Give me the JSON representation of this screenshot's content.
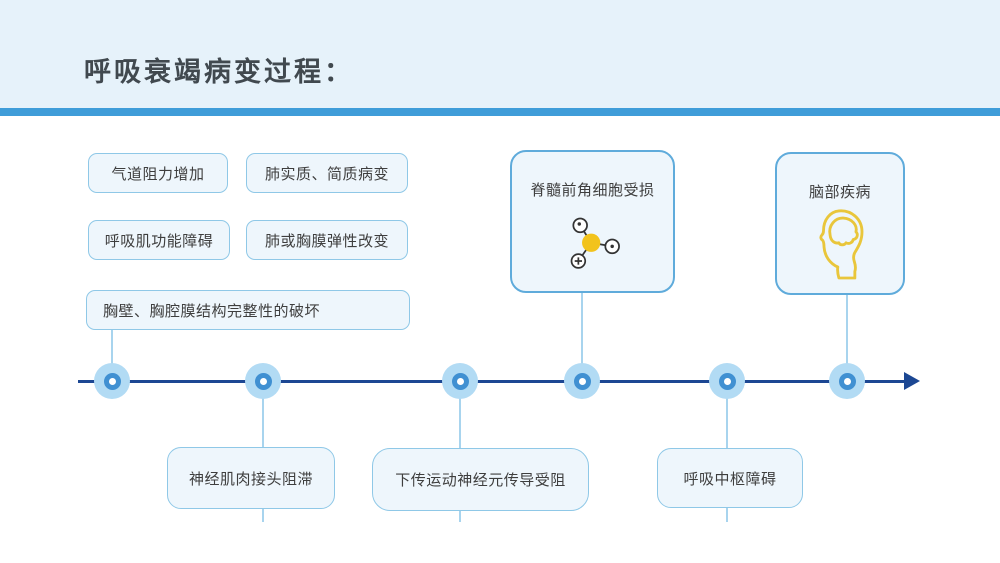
{
  "slide": {
    "title": "呼吸衰竭病变过程："
  },
  "colors": {
    "header_bg": "#e6f2fa",
    "accent_bar": "#3f9dd9",
    "title_text": "#41494f",
    "box_fill": "#eef6fc",
    "box_border": "#8fc8e7",
    "big_box_border": "#5fabdb",
    "box_text": "#3e3e3e",
    "timeline_line": "#1c4793",
    "node_outer": "#b2dbf4",
    "node_ring": "#4090d2",
    "connector": "#a8d4ee",
    "icon_yellow": "#f2c31c",
    "icon_outline": "#333333",
    "head_icon_yellow": "#e9c63b"
  },
  "boxes": {
    "top": [
      {
        "label": "气道阻力增加"
      },
      {
        "label": "肺实质、简质病变"
      },
      {
        "label": "呼吸肌功能障碍"
      },
      {
        "label": "肺或胸膜弹性改变"
      },
      {
        "label": "胸壁、胸腔膜结构完整性的破坏"
      }
    ],
    "upper_icon": [
      {
        "label": "脊髓前角细胞受损",
        "icon": "molecule-icon"
      },
      {
        "label": "脑部疾病",
        "icon": "head-brain-icon"
      }
    ],
    "bottom": [
      {
        "label": "神经肌肉接头阻滞"
      },
      {
        "label": "下传运动神经元传导受阻"
      },
      {
        "label": "呼吸中枢障碍"
      }
    ]
  },
  "timeline": {
    "node_count": 6,
    "direction": "right"
  }
}
